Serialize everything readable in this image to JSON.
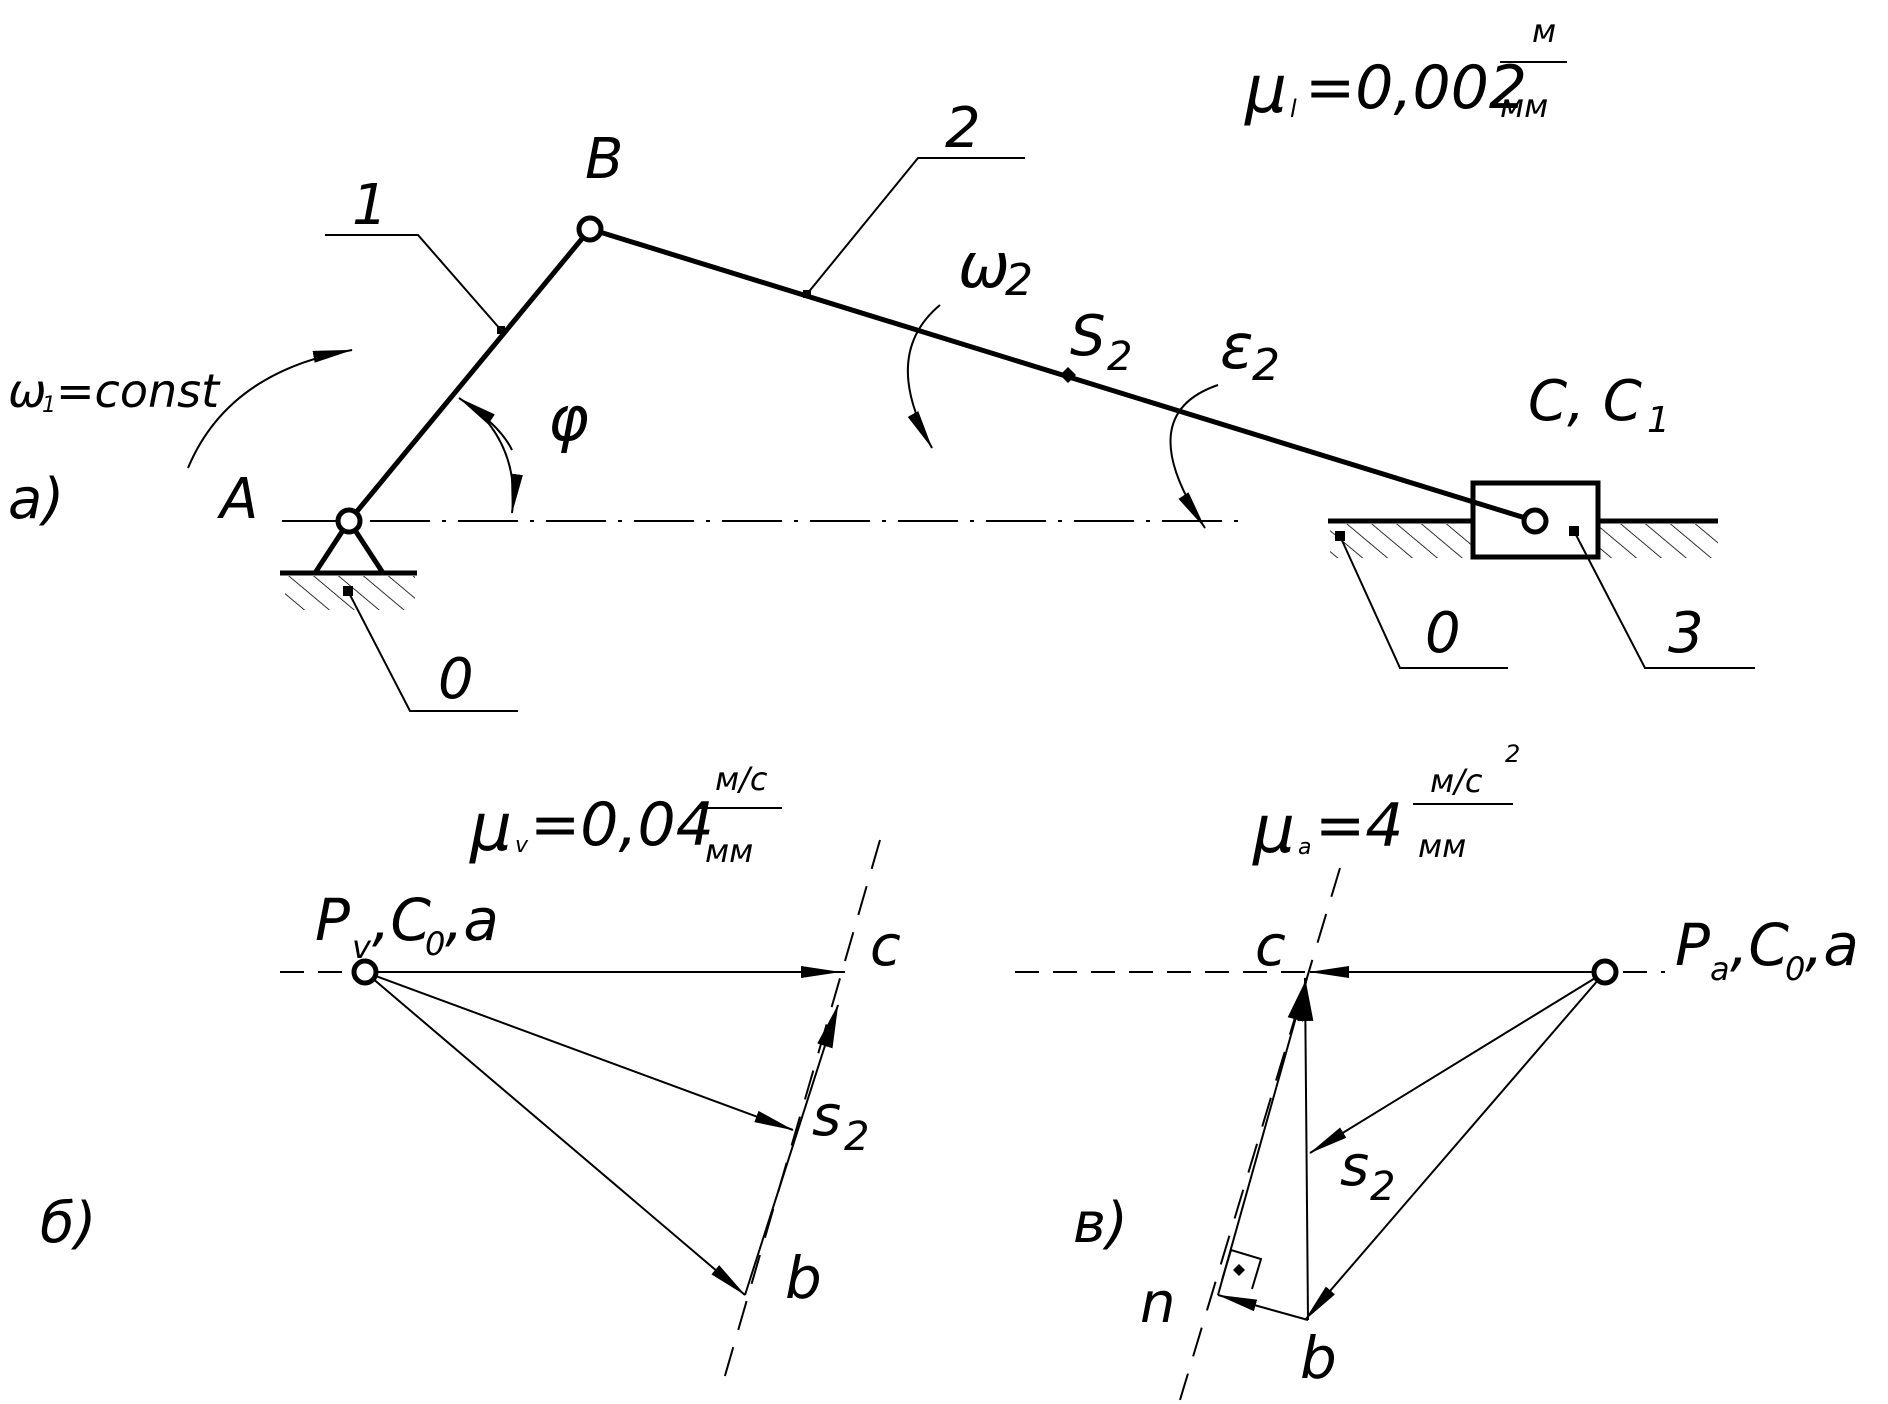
{
  "scales": {
    "length": {
      "mu": "μ",
      "sub": "l",
      "value": "=0,002",
      "num": "м",
      "den": "мм"
    },
    "velocity": {
      "mu": "μ",
      "sub": "v",
      "value": "=0,04",
      "num": "м/c",
      "den": "мм"
    },
    "acceleration": {
      "mu": "μ",
      "sub": "a",
      "value": "=4",
      "num": "м/c",
      "num_sup": "2",
      "den": "мм"
    }
  },
  "mechanism": {
    "label": "a)",
    "omega1": {
      "sym": "ω",
      "sub": "1",
      "rest": "=const"
    },
    "phi": "φ",
    "joints": {
      "A": "A",
      "B": "B",
      "C": "C, C",
      "C_sub": "1",
      "S2": "S",
      "S2_sub": "2"
    },
    "links": [
      "1",
      "2",
      "3"
    ],
    "ground_labels": [
      "0",
      "0"
    ],
    "omega2": {
      "sym": "ω",
      "sub": "2"
    },
    "epsilon2": {
      "sym": "ε",
      "sub": "2"
    }
  },
  "velocity_plan": {
    "label": "б)",
    "pole": {
      "P": "P",
      "P_sub": "v",
      "rest1": ",C",
      "rest1_sub": "0",
      "rest2": ",a"
    },
    "c": "c",
    "s2": "s",
    "s2_sub": "2",
    "b": "b"
  },
  "acceleration_plan": {
    "label": "в)",
    "pole": {
      "P": "P",
      "P_sub": "a",
      "rest1": ",C",
      "rest1_sub": "0",
      "rest2": ",a"
    },
    "c": "c",
    "s2": "s",
    "s2_sub": "2",
    "b": "b",
    "n": "n"
  }
}
